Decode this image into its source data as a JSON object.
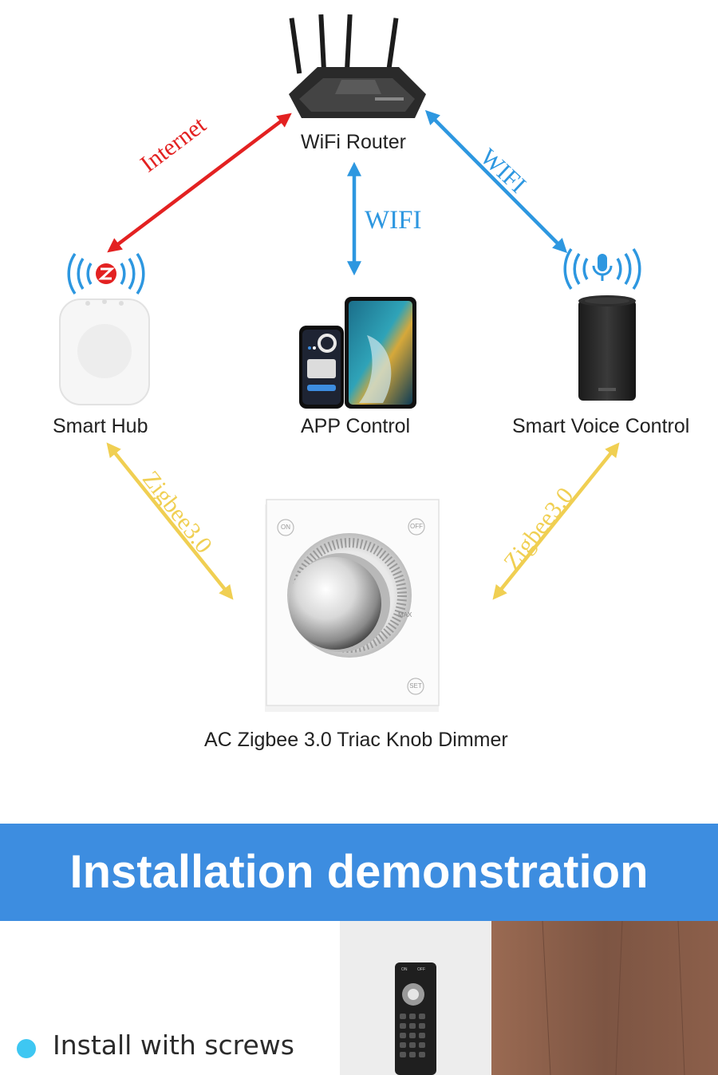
{
  "diagram": {
    "nodes": {
      "router": {
        "label": "WiFi Router"
      },
      "hub": {
        "label": "Smart Hub"
      },
      "app": {
        "label": "APP Control"
      },
      "voice": {
        "label": "Smart Voice Control"
      },
      "dimmer": {
        "label": "AC Zigbee 3.0 Triac Knob Dimmer"
      }
    },
    "links": {
      "internet": {
        "label": "Internet",
        "color": "#e32121"
      },
      "wifi_center": {
        "label": "WIFI",
        "color": "#2d97e0"
      },
      "wifi_right": {
        "label": "WIFI",
        "color": "#2d97e0"
      },
      "zigbee_left": {
        "label": "Zigbee3.0",
        "color": "#f0cf52"
      },
      "zigbee_right": {
        "label": "Zigbee3.0",
        "color": "#f0cf52"
      }
    },
    "dimmer_panel": {
      "on_label": "ON",
      "off_label": "OFF",
      "max_label": "MAX",
      "set_label": "SET"
    }
  },
  "installation": {
    "title": "Installation demonstration",
    "bullet": "Install with screws",
    "remote_on_label": "ON",
    "remote_off_label": "OFF"
  },
  "colors": {
    "banner": "#3d8de0",
    "bullet_dot": "#3ec7f2",
    "internet": "#e32121",
    "wifi": "#2d97e0",
    "zigbee": "#f0cf52"
  }
}
